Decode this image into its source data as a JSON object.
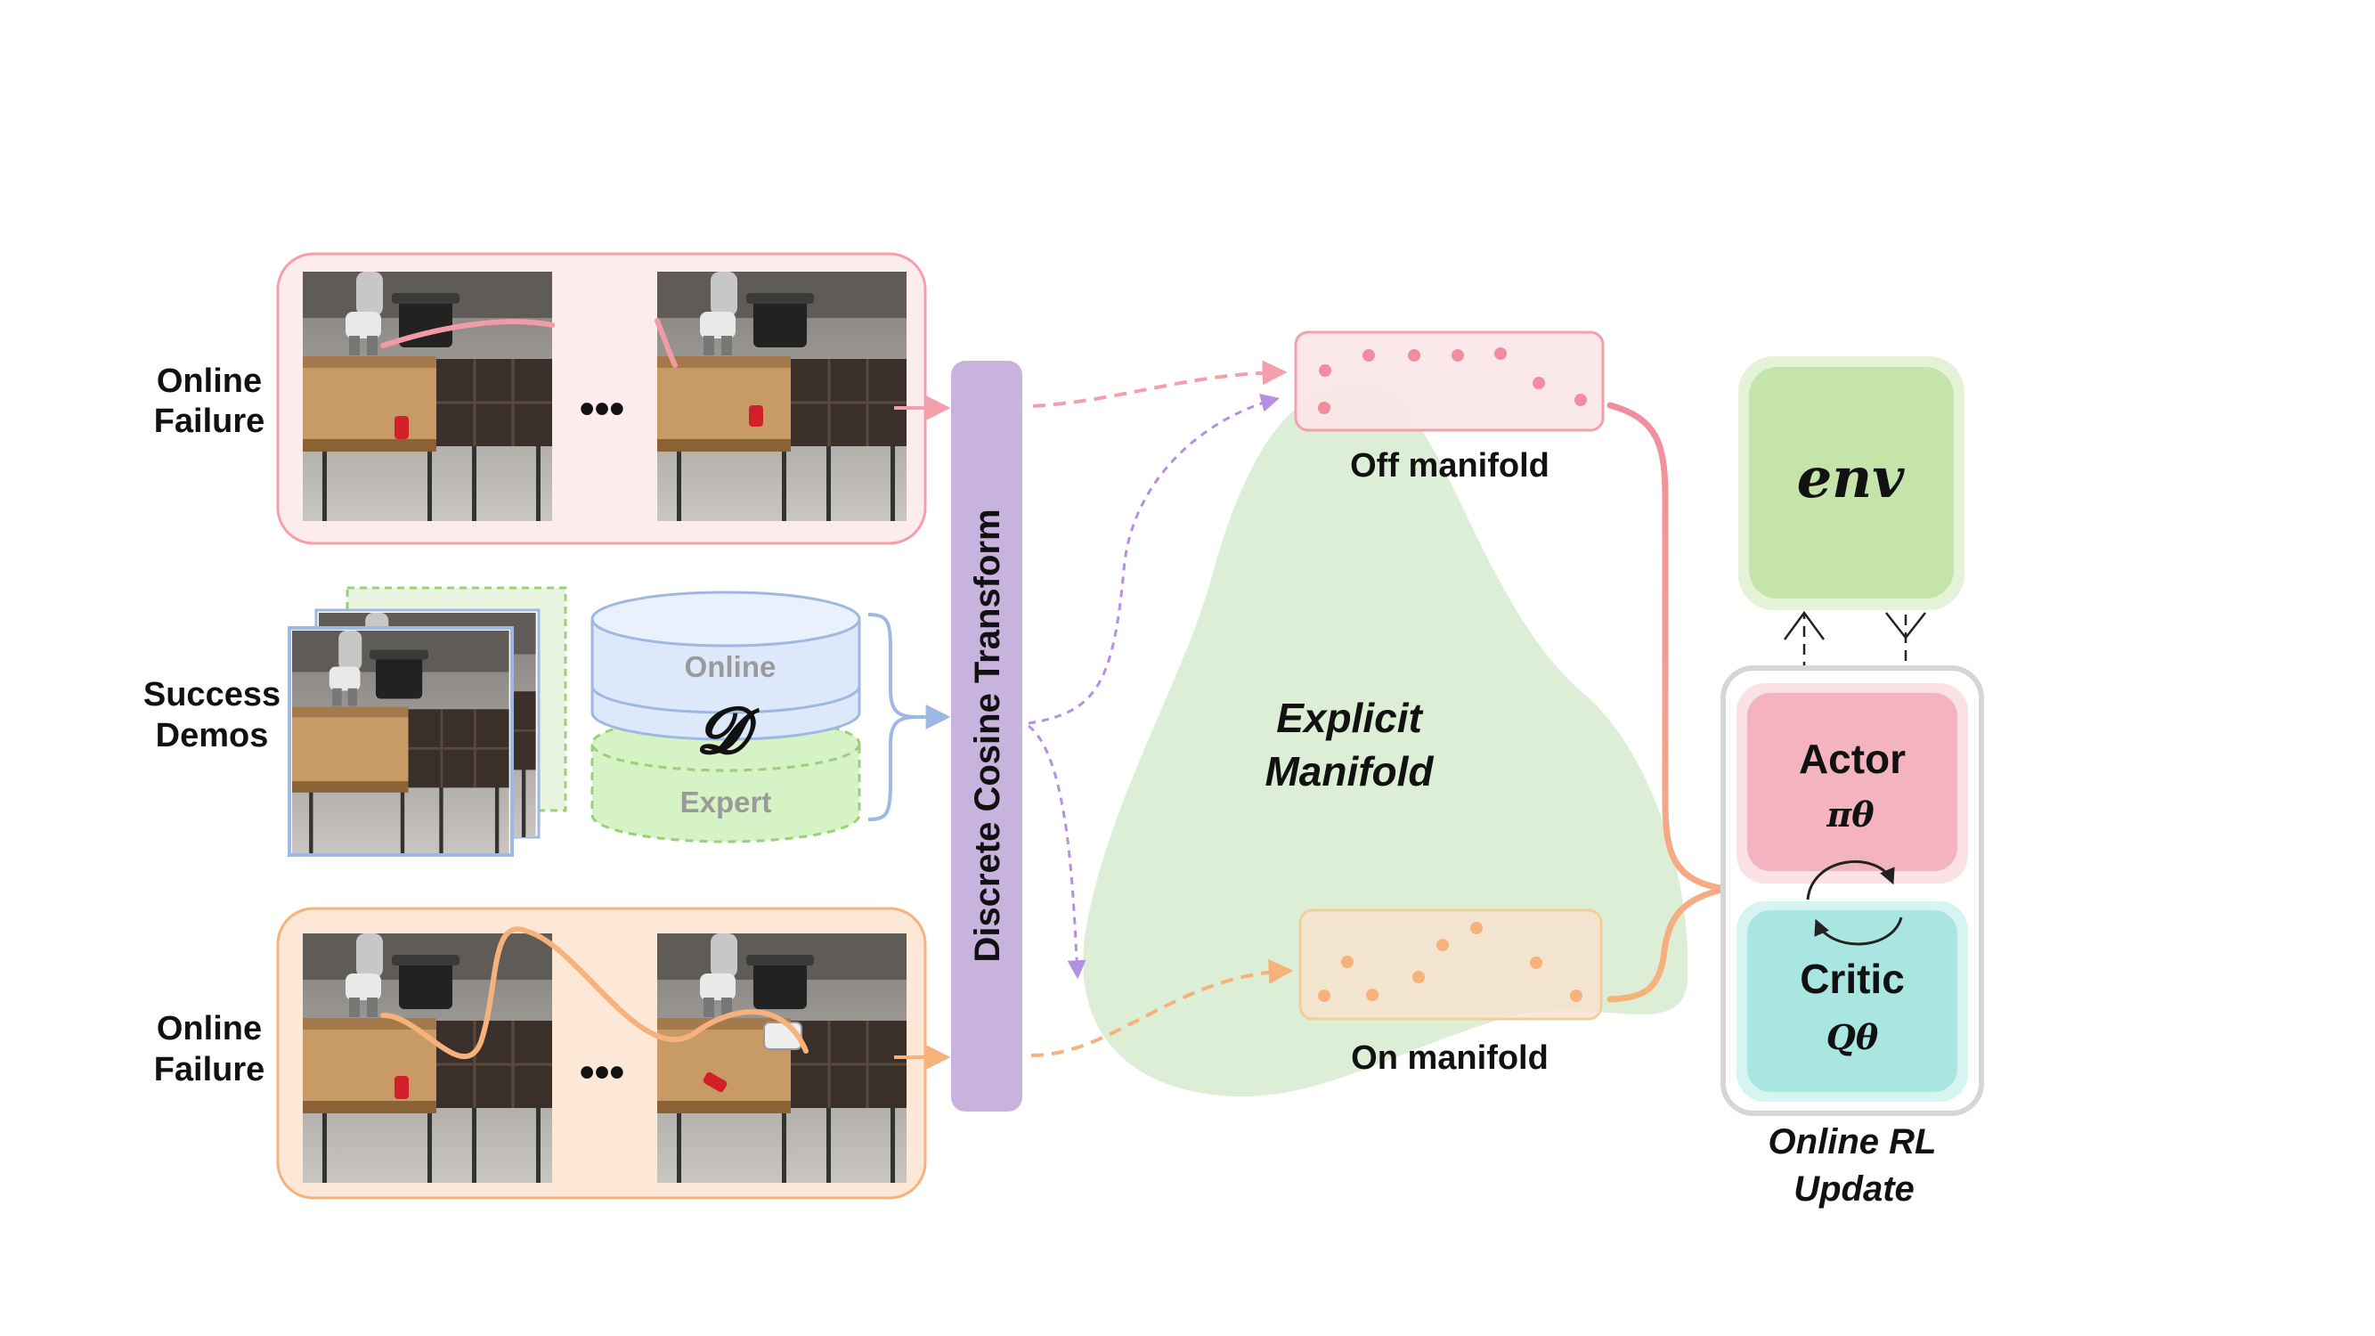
{
  "rows": {
    "online_failure_top": {
      "label_line1": "Online",
      "label_line2": "Failure",
      "ellipsis": "•••"
    },
    "success_demos": {
      "label_line1": "Success",
      "label_line2": "Demos"
    },
    "online_failure_bottom": {
      "label_line1": "Online",
      "label_line2": "Failure",
      "ellipsis": "•••"
    }
  },
  "buffer": {
    "online_label": "Online",
    "symbol": "𝓓",
    "expert_label": "Expert"
  },
  "transform": {
    "label": "Discrete Cosine Transform"
  },
  "manifold": {
    "region_line1": "Explicit",
    "region_line2": "Manifold",
    "off_label": "Off manifold",
    "on_label": "On manifold"
  },
  "rl": {
    "env_label": "env",
    "actor_label": "Actor",
    "actor_symbol": "πθ",
    "critic_label": "Critic",
    "critic_symbol": "Qθ",
    "caption_line1": "Online RL",
    "caption_line2": "Update"
  },
  "colors": {
    "failure_pink": "#f3a0ab",
    "failure_pink_fill": "#fcecee",
    "failure_orange": "#f7b27c",
    "failure_orange_fill": "#fde8d8",
    "dct_purple": "#c8b2de",
    "manifold_green": "#dcefd6",
    "online_blue": "#dde9fb",
    "expert_green": "#d6f3c5",
    "env_green": "#c4e4a9",
    "actor_pink": "#f3b4bf",
    "critic_teal": "#a9e6e2",
    "frame_gray": "#d6d6d2"
  }
}
